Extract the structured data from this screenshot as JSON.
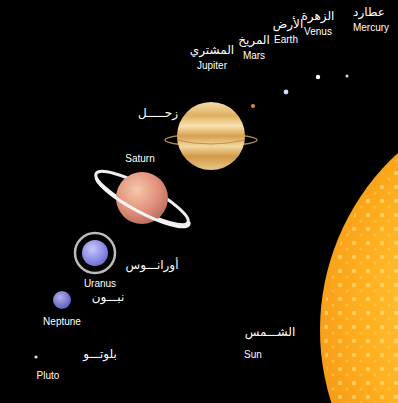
{
  "diagram": {
    "labels": [
      "عطارد",
      "Mercury",
      "الزهرة",
      "Venus",
      "الأرض",
      "Earth",
      "المريخ",
      "Mars",
      "المشتري",
      "Jupiter",
      "زحـــــل",
      "Saturn",
      "أورانـــوس",
      "Uranus",
      "نبـــون",
      "Neptune",
      "بلوتـــو",
      "Pluto",
      "الشـــمس",
      "Sun"
    ]
  }
}
